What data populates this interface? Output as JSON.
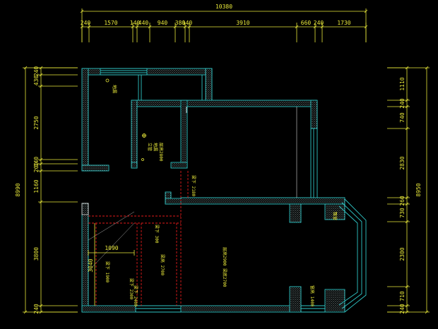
{
  "colors": {
    "background": "#000000",
    "dimension": "#e8e83a",
    "wall_outline": "#2fc6c6",
    "wall_fill": "#9fb7b7",
    "window": "#2fc6c6",
    "dashed": "#e01a1a",
    "white_lines": "#d9d9d9"
  },
  "top_dimensions": {
    "total": "10380",
    "segments": [
      "240",
      "1570",
      "140",
      "440",
      "940",
      "380",
      "140",
      "3910",
      "660",
      "240",
      "1730"
    ]
  },
  "left_dimensions": {
    "total": "8990",
    "segments": [
      "240",
      "430",
      "2750",
      "140",
      "200",
      "1160",
      "3800",
      "240"
    ]
  },
  "right_dimensions": {
    "total": "8950",
    "segments": [
      "1110",
      "240",
      "740",
      "2830",
      "260",
      "730",
      "2300",
      "710",
      "240"
    ]
  },
  "inner_dimensions": {
    "d1090": "1090",
    "d3040": "3040"
  },
  "room_labels": {
    "kitchen_note": "地漏",
    "bath_note_a": "立管",
    "bath_note_b": "地漏",
    "bath_height": "层高2800",
    "corridor_h": "梁下 2180",
    "beam_a": "梁下 300",
    "beam_b": "梁高 2700",
    "beam_c": "梁下 1900",
    "beam_d": "梁下 2300",
    "living_a": "层高2900 梁底2700",
    "window_h": "窗高 1400",
    "bay_window": "飘窗",
    "balcony_low": "梁下 2400"
  }
}
